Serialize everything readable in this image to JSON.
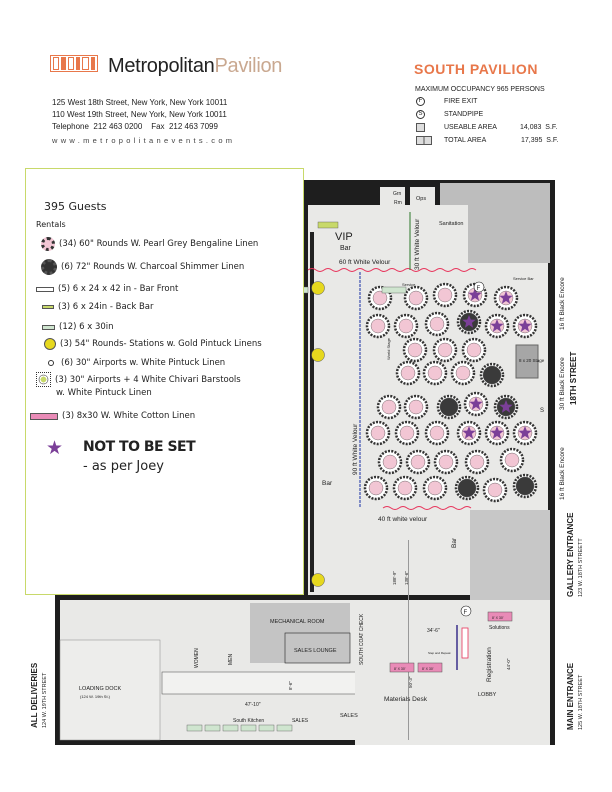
{
  "header": {
    "brand_primary": "Metropolitan",
    "brand_secondary": "Pavilion",
    "address_lines": [
      "125 West 18th Street, New York, New York 10011",
      "110 West 19th Street, New York, New York 10011",
      "Telephone  212 463 0200    Fax  212 463 7099"
    ],
    "website": "www.metropolitanevents.com",
    "venue_title": "SOUTH PAVILION",
    "max_occupancy": "MAXIMUM OCCUPANCY 965 PERSONS"
  },
  "key": [
    {
      "symbol": "F",
      "label": "FIRE EXIT",
      "value": ""
    },
    {
      "symbol": "S",
      "label": "STANDPIPE",
      "value": ""
    },
    {
      "symbol": "box",
      "label": "USEABLE AREA",
      "value": "14,083  S.F."
    },
    {
      "symbol": "double-box",
      "label": "TOTAL AREA",
      "value": "17,395  S.F."
    }
  ],
  "legend": {
    "guests": "395 Guests",
    "rentals_heading": "Rentals",
    "items": [
      "(34) 60\" Rounds W. Pearl Grey Bengaline Linen",
      "(6) 72\" Rounds W. Charcoal Shimmer Linen",
      "(5) 6 x 24 x 42 in - Bar Front",
      "(3) 6 x 24in - Back Bar",
      "(12) 6 x 30in",
      "(3) 54\" Rounds- Stations w. Gold Pintuck Linens",
      "(6) 30\" Airports w. White Pintuck Linen",
      "(3) 30\" Airports + 4 White Chivari Barstools",
      "w. White Pintuck Linen",
      "(3) 8x30 W. White Cotton Linen"
    ],
    "not_to_be_set": "NOT TO BE SET",
    "note": "- as per Joey"
  },
  "plan": {
    "vip": "VIP",
    "bar": "Bar",
    "grn_rm": "Grn",
    "grn_rm2": "Rm",
    "ops": "Ops",
    "sanitation": "Sanitation",
    "velour_60": "60 ft White Velour",
    "velour_30": "30 ft White Velour",
    "velour_90": "90 ft White Velour",
    "velour_40": "40 ft white velour",
    "service": "Service",
    "service_bar": "Service Bar",
    "stage": "8 x 20 Stage",
    "world_stage": "World Stage",
    "encore_16a": "16 ft Black Encore",
    "encore_30": "30 ft Black Encore",
    "encore_16b": "16 ft Black Encore",
    "street_18": "18TH STREET",
    "gallery_entrance": "GALLERY ENTRANCE",
    "gallery_address": "123 W. 18TH STREETT",
    "main_entrance": "MAIN ENTRANCE",
    "main_address": "125 W. 18TH STREET",
    "all_deliveries": "ALL DELIVERIES",
    "deliveries_address": "124 W. 19TH STREET",
    "loading_dock": "LOADING DOCK",
    "loading_dock_address": "(124 W. 19th St.)",
    "mechanical_room": "MECHANICAL ROOM",
    "sales_lounge": "SALES LOUNGE",
    "coat_check": "SOUTH COAT CHECK",
    "women": "WOMEN",
    "men": "MEN",
    "dim_47": "47'-10\"",
    "dim_8": "8'-6\"",
    "dim_34": "34'-6\"",
    "dim_50": "50'-3\"",
    "dim_44": "44'-0\"",
    "dim_188": "188'-9\"",
    "dim_138": "138'-6\"",
    "south_kitchen": "South Kitchen",
    "sales_kitchen": "SALES",
    "sales_office": "SALES",
    "materials_desk": "Materials Desk",
    "registration": "Registration",
    "lobby": "LOBBY",
    "solutions": "Solutions",
    "step_repeat": "Step and Repeat",
    "table_8x30": "8' X 30'",
    "table_6x30": "6 X 30",
    "fire_exit_mark": "F",
    "standpipe_mark": "S"
  },
  "colors": {
    "accent": "#e8774a",
    "brand_tan": "#c9a890",
    "star": "#7b3f98",
    "pink": "#f2c6d4",
    "linen_pink": "#e98bb7",
    "velour_red": "#e8325a",
    "velour_blue": "#3a4fb0",
    "legend_border": "#c8d96a"
  }
}
